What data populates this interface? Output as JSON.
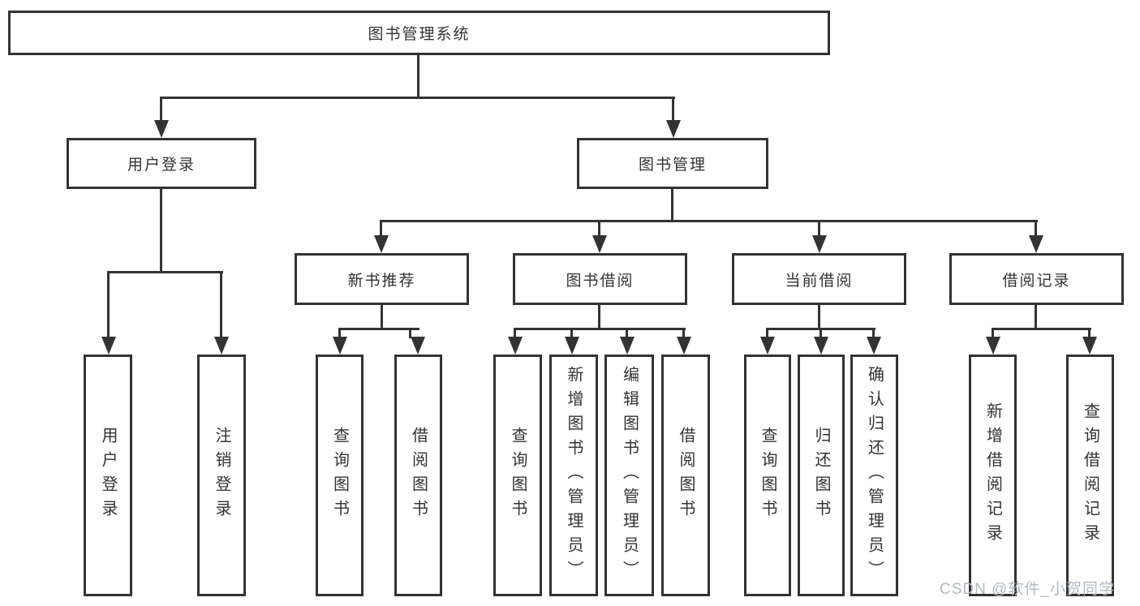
{
  "diagram": {
    "root": {
      "label": "图书管理系统"
    },
    "level2": [
      {
        "label": "用户登录"
      },
      {
        "label": "图书管理"
      }
    ],
    "level3": [
      {
        "label": "新书推荐"
      },
      {
        "label": "图书借阅"
      },
      {
        "label": "当前借阅"
      },
      {
        "label": "借阅记录"
      }
    ],
    "leaves": {
      "user_login": [
        {
          "label": "用户登录"
        },
        {
          "label": "注销登录"
        }
      ],
      "new_book": [
        {
          "label": "查询图书"
        },
        {
          "label": "借阅图书"
        }
      ],
      "book_borrow": [
        {
          "label": "查询图书"
        },
        {
          "label": "新增图书（管理员）"
        },
        {
          "label": "编辑图书（管理员）"
        },
        {
          "label": "借阅图书"
        }
      ],
      "current_borrow": [
        {
          "label": "查询图书"
        },
        {
          "label": "归还图书"
        },
        {
          "label": "确认归还（管理员）"
        }
      ],
      "borrow_records": [
        {
          "label": "新增借阅记录"
        },
        {
          "label": "查询借阅记录"
        }
      ]
    },
    "colors": {
      "line": "#333333",
      "watermark": "#b3b9c1"
    },
    "watermark": "CSDN @软件_小贺同学"
  }
}
